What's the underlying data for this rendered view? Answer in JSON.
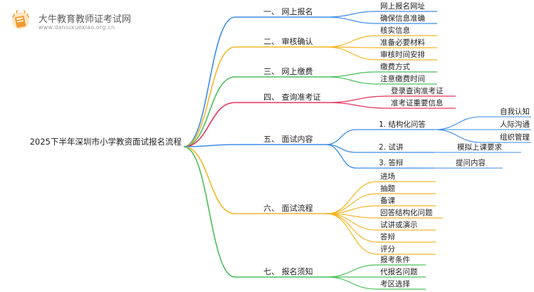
{
  "brand": {
    "name": "大牛教育教师证考试网",
    "url": "www.daniuxuexiao.org.cn",
    "icon": "book-logo-icon"
  },
  "root": {
    "label": "2025下半年深圳市小学教资面试报名流程"
  },
  "branches": [
    {
      "label": "一、 网上报名",
      "color": "#3e8de6",
      "children": [
        {
          "label": "网上报名网址"
        },
        {
          "label": "确保信息准确"
        }
      ]
    },
    {
      "label": "二、 审核确认",
      "color": "#f5b728",
      "children": [
        {
          "label": "核实信息"
        },
        {
          "label": "准备必要材料"
        },
        {
          "label": "审核时间安排"
        }
      ]
    },
    {
      "label": "三、 网上缴费",
      "color": "#4bbf5a",
      "children": [
        {
          "label": "缴费方式"
        },
        {
          "label": "注意缴费时间"
        }
      ]
    },
    {
      "label": "四、 查询准考证",
      "color": "#e9335b",
      "children": [
        {
          "label": "登录查询准考证"
        },
        {
          "label": "准考证重要信息"
        }
      ]
    },
    {
      "label": "五、 面试内容",
      "color": "#3e8de6",
      "children": [
        {
          "label": "1. 结构化问答",
          "children": [
            {
              "label": "自我认知"
            },
            {
              "label": "人际沟通"
            },
            {
              "label": "组织管理"
            }
          ]
        },
        {
          "label": "2. 试讲",
          "children": [
            {
              "label": "模拟上课要求"
            }
          ]
        },
        {
          "label": "3. 答辩",
          "children": [
            {
              "label": "提问内容"
            }
          ]
        }
      ]
    },
    {
      "label": "六、 面试流程",
      "color": "#f5b728",
      "children": [
        {
          "label": "进场"
        },
        {
          "label": "抽题"
        },
        {
          "label": "备课"
        },
        {
          "label": "回答结构化问题"
        },
        {
          "label": "试讲或演示"
        },
        {
          "label": "答辩"
        },
        {
          "label": "评分"
        }
      ]
    },
    {
      "label": "七、 报名须知",
      "color": "#4bbf5a",
      "children": [
        {
          "label": "报考条件"
        },
        {
          "label": "代报名问题"
        },
        {
          "label": "考区选择"
        }
      ]
    }
  ]
}
